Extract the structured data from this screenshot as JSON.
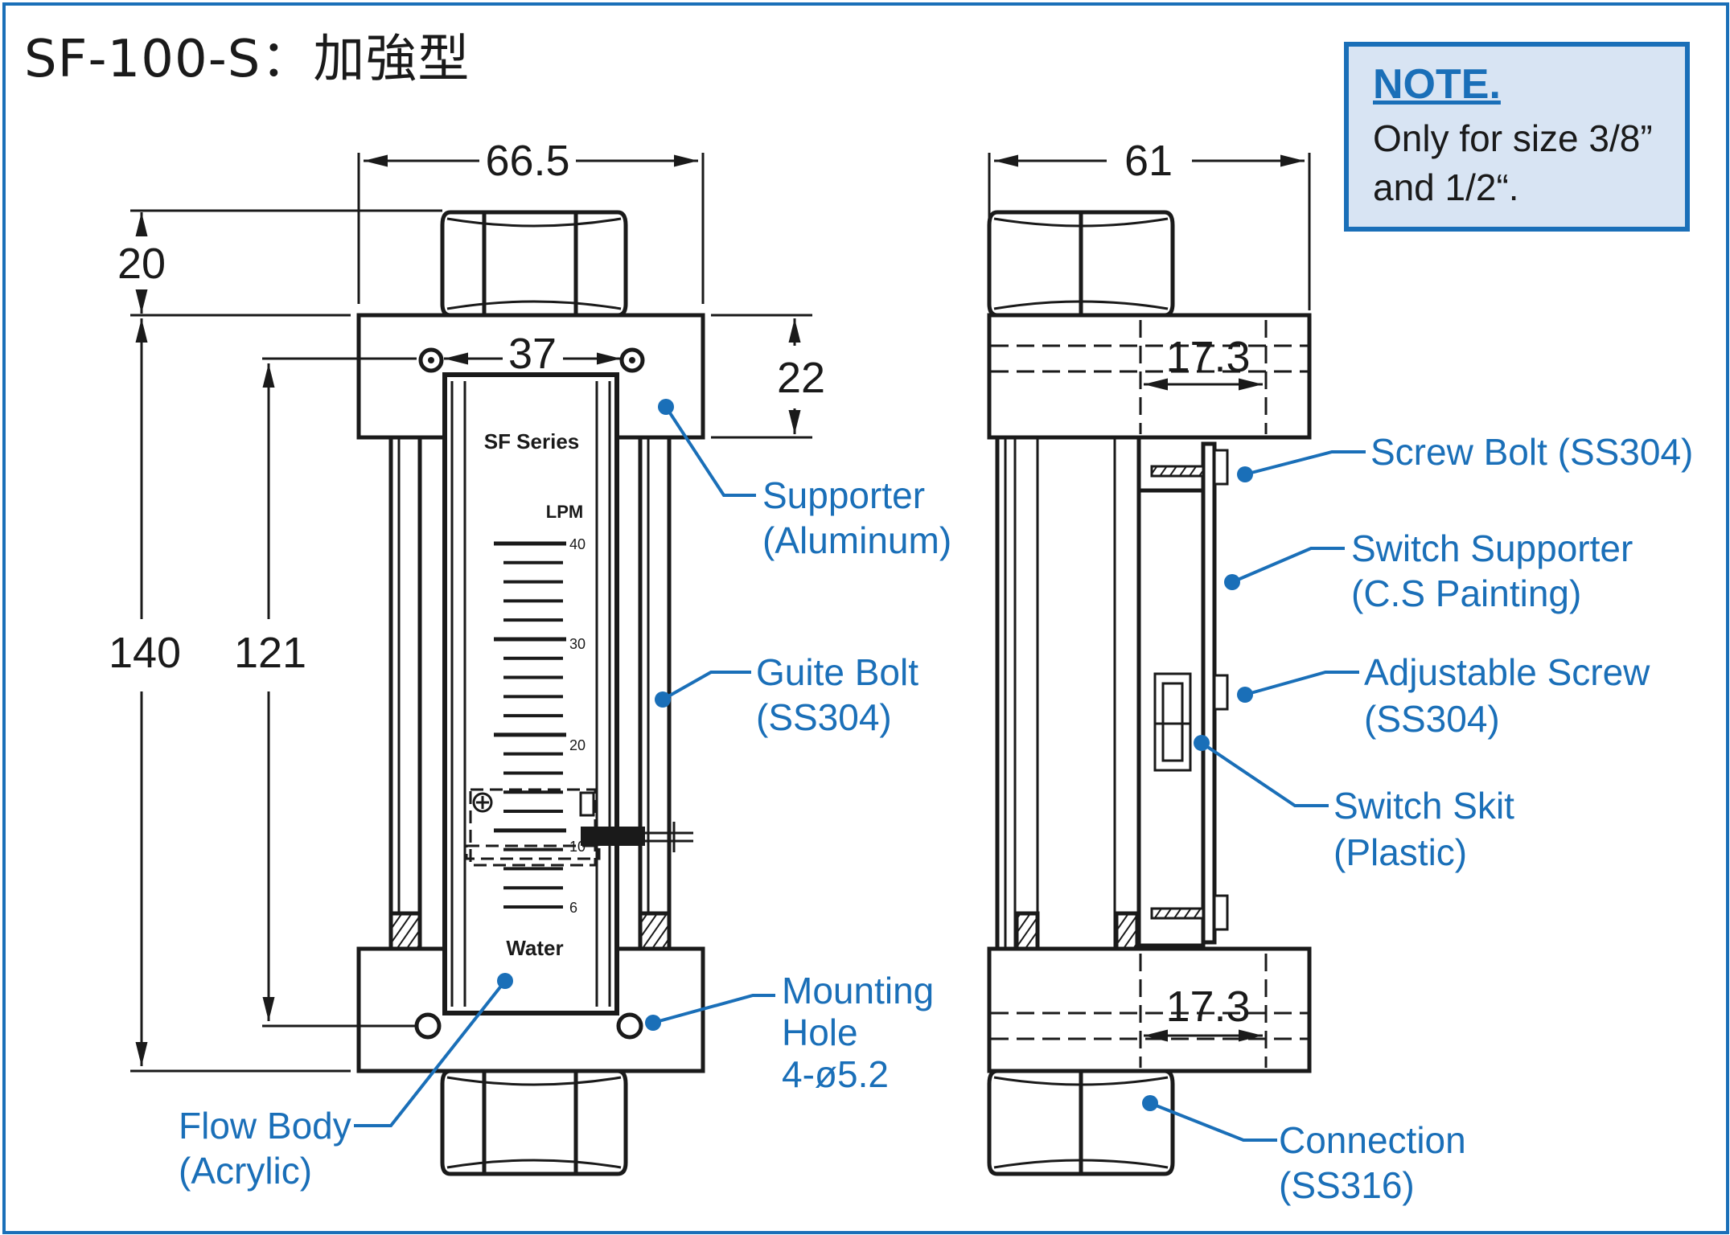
{
  "title": "SF-100-S：加強型",
  "note": {
    "heading": "NOTE.",
    "line1": "Only for size 3/8”",
    "line2": "and 1/2“."
  },
  "front_view": {
    "dim_width": "66.5",
    "dim_top_fitting": "20",
    "dim_hole_spacing": "37",
    "dim_supporter_height": "22",
    "dim_total_height": "140",
    "dim_hole_centers": "121",
    "series_label": "SF Series",
    "unit_label": "LPM",
    "scale_labels": [
      "40",
      "30",
      "20",
      "10",
      "6"
    ],
    "fluid_label": "Water"
  },
  "side_view": {
    "dim_width": "61",
    "dim_port_top": "17.3",
    "dim_port_bottom": "17.3"
  },
  "callouts": {
    "supporter": [
      "Supporter",
      "(Aluminum)"
    ],
    "guide_bolt": [
      "Guite Bolt",
      "(SS304)"
    ],
    "mounting_hole": [
      "Mounting",
      "Hole",
      "4-ø5.2"
    ],
    "flow_body": [
      "Flow Body",
      "(Acrylic)"
    ],
    "screw_bolt": [
      "Screw Bolt (SS304)"
    ],
    "switch_supporter": [
      "Switch Supporter",
      "(C.S Painting)"
    ],
    "adjustable_screw": [
      "Adjustable Screw",
      "(SS304)"
    ],
    "switch_skit": [
      "Switch Skit",
      "(Plastic)"
    ],
    "connection": [
      "Connection",
      "(SS316)"
    ]
  },
  "colors": {
    "accent": "#1a6fb8",
    "ink": "#1a1a1a",
    "note_fill": "#d8e4f3"
  }
}
